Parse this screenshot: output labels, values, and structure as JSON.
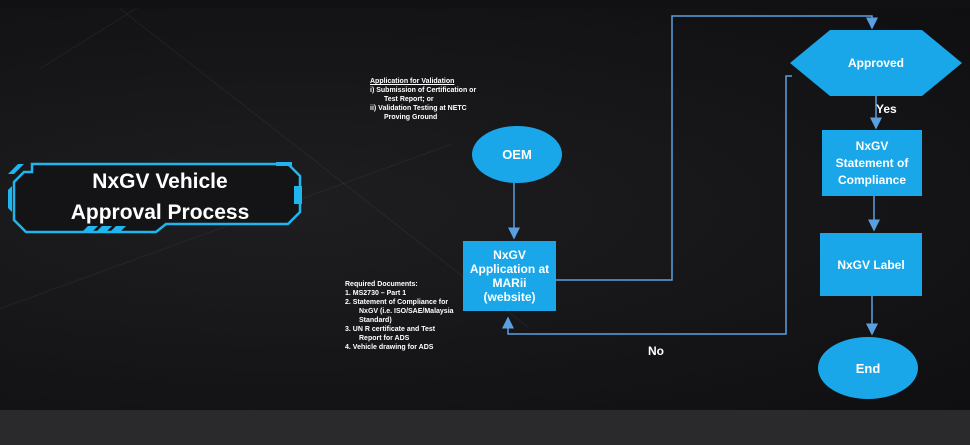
{
  "title": {
    "line1": "NxGV Vehicle",
    "line2": "Approval Process"
  },
  "nodes": {
    "oem": "OEM",
    "application": "NxGV Application at MARii (website)",
    "approved": "Approved",
    "statement": "NxGV Statement of Compliance",
    "label": "NxGV Label",
    "end": "End"
  },
  "edge_labels": {
    "yes": "Yes",
    "no": "No"
  },
  "notes": {
    "validation": {
      "heading": "Application for Validation",
      "item1": "i) Submission of Certification or",
      "item1b": "Test Report; or",
      "item2": "ii) Validation Testing at NETC",
      "item2b": "Proving Ground"
    },
    "documents": {
      "heading": "Required Documents:",
      "d1": "1.   MS2730 – Part 1",
      "d2a": "2.   Statement of Compliance for",
      "d2b": "NxGV (i.e. ISO/SAE/Malaysia",
      "d2c": "Standard)",
      "d3a": "3.   UN R certificate and Test",
      "d3b": "Report for ADS",
      "d4": "4.   Vehicle drawing for ADS"
    }
  },
  "colors": {
    "node": "#1aa7ea",
    "arrow": "#5aa0e0",
    "badge_border": "#1fb6f0"
  }
}
